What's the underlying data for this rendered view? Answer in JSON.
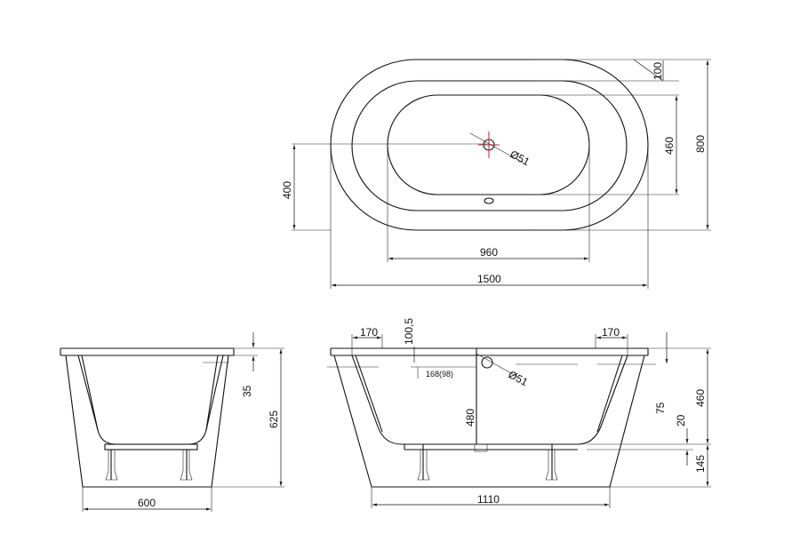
{
  "plan_view": {
    "dim_1500": "1500",
    "dim_960": "960",
    "dim_400": "400",
    "dim_460": "460",
    "dim_800": "800",
    "dim_100": "100",
    "dim_drain": "Ø51"
  },
  "end_view": {
    "dim_600": "600",
    "dim_625": "625",
    "dim_35": "35"
  },
  "side_view": {
    "dim_1110": "1110",
    "dim_170_left": "170",
    "dim_170_right": "170",
    "dim_100_5": "100,5",
    "dim_168_98": "168(98)",
    "dim_drain": "Ø51",
    "dim_480": "480",
    "dim_460": "460",
    "dim_75": "75",
    "dim_20": "20",
    "dim_145": "145"
  },
  "colors": {
    "line": "#111111",
    "center_mark": "#cc2222"
  }
}
